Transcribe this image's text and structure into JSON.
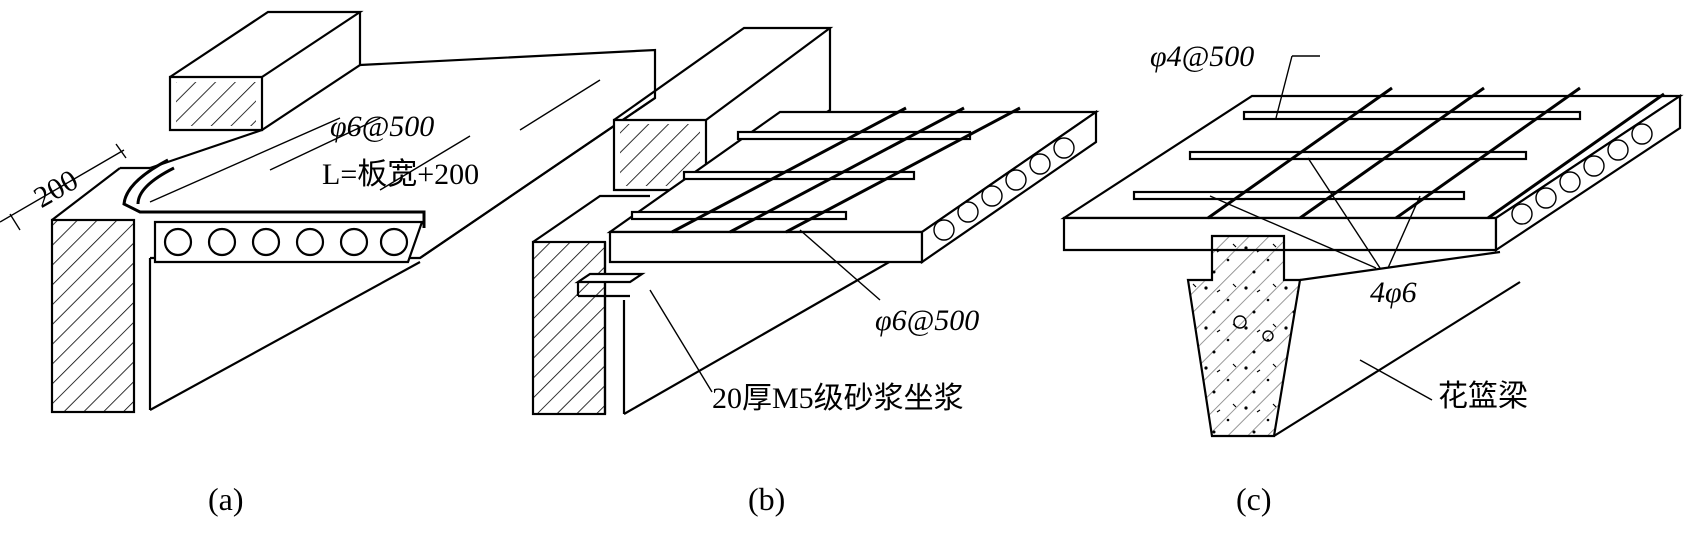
{
  "panels": [
    {
      "caption": "(a)",
      "dimension": "200",
      "labels": [
        "φ6@500",
        "L=板宽+200"
      ]
    },
    {
      "caption": "(b)",
      "labels": [
        "φ6@500",
        "20厚M5级砂浆坐浆"
      ]
    },
    {
      "caption": "(c)",
      "labels": [
        "φ4@500",
        "4φ6",
        "花篮梁"
      ]
    }
  ]
}
